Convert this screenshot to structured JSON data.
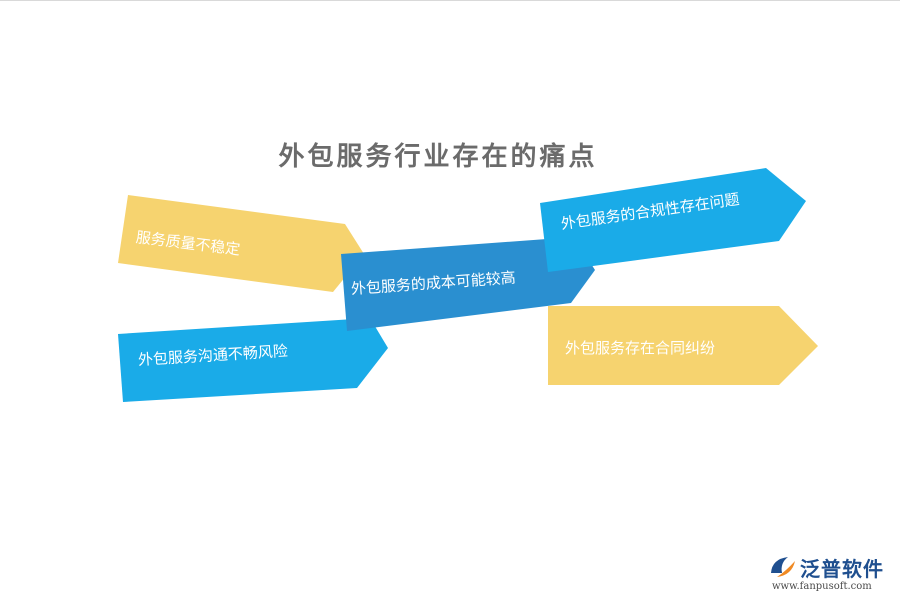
{
  "title": "外包服务行业存在的痛点",
  "colors": {
    "yellow": "#f6d36f",
    "light_blue": "#1aabe8",
    "dark_blue": "#2a8fd0",
    "title_gray": "#6b6b6b",
    "logo_blue": "#1f4f8f",
    "logo_orange": "#f08a24"
  },
  "items": [
    {
      "label": "服务质量不稳定",
      "color": "yellow"
    },
    {
      "label": "外包服务沟通不畅风险",
      "color": "light_blue"
    },
    {
      "label": "外包服务的成本可能较高",
      "color": "dark_blue"
    },
    {
      "label": "外包服务的合规性存在问题",
      "color": "light_blue"
    },
    {
      "label": "外包服务存在合同纠纷",
      "color": "yellow"
    }
  ],
  "logo": {
    "icon": "fanpu-logo-icon",
    "name": "泛普软件",
    "url": "www.fanpusoft.com"
  }
}
